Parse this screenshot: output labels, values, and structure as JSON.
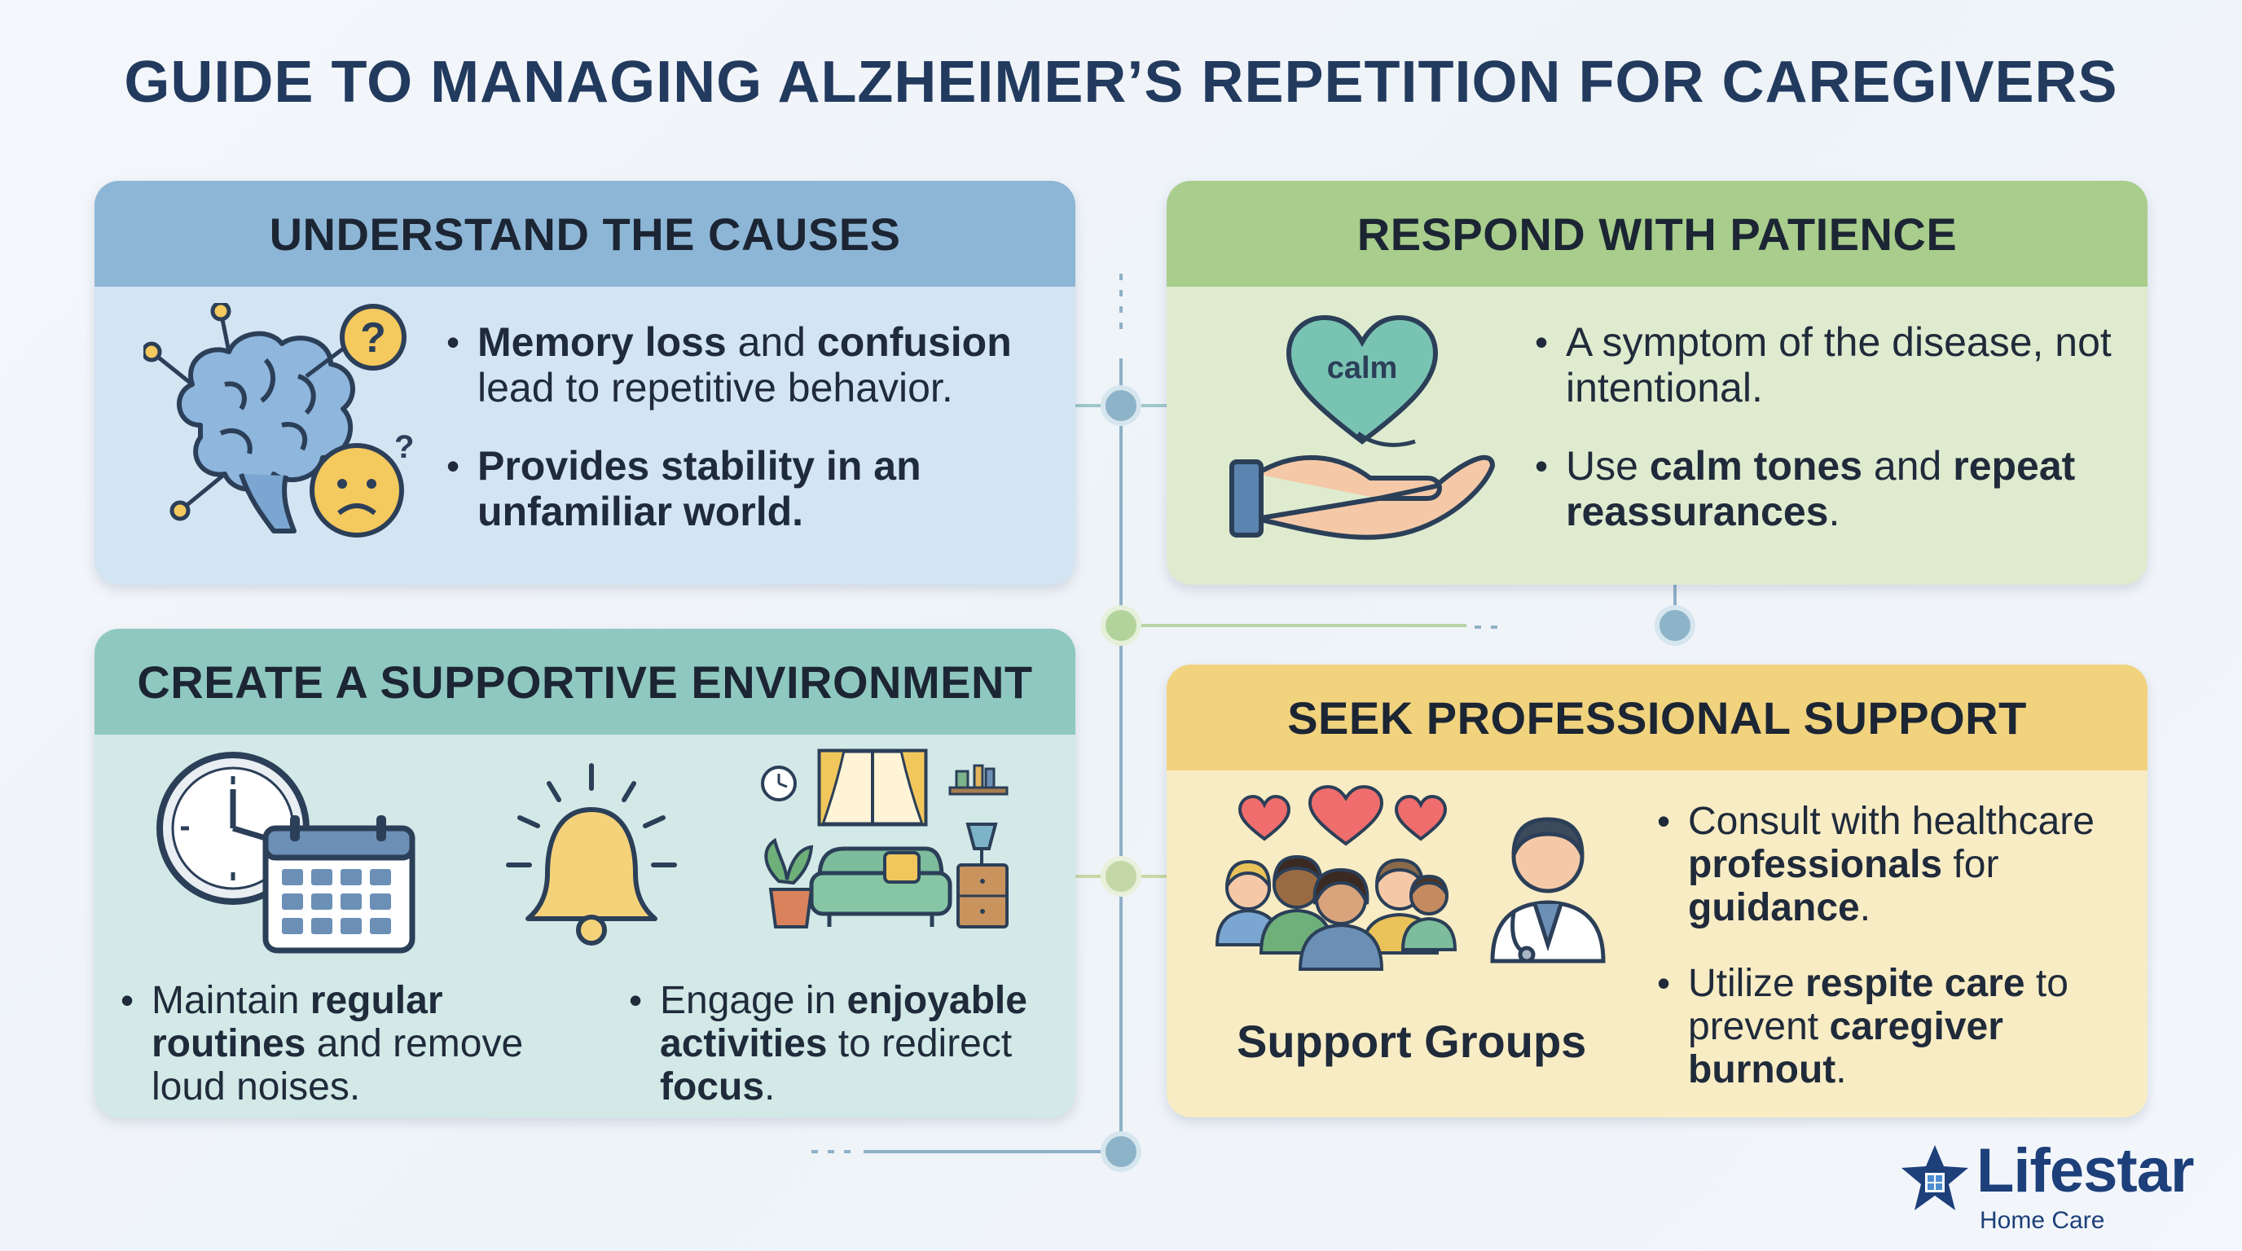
{
  "title": "GUIDE TO MANAGING ALZHEIMER’S REPETITION FOR CAREGIVERS",
  "cards": {
    "causes": {
      "heading": "UNDERSTAND THE CAUSES",
      "bullets": [
        {
          "b1": "Memory loss",
          "t1": " and ",
          "b2": "confusion",
          "t2": " lead to repetitive behavior."
        },
        {
          "b1": "Provides stability in an unfamiliar world."
        }
      ]
    },
    "patience": {
      "heading": "RESPOND WITH PATIENCE",
      "icon_text": "calm",
      "bullets": [
        {
          "t1": "A symptom of the disease, not intentional."
        },
        {
          "t1": "Use ",
          "b1": "calm tones",
          "t2": " and ",
          "b2": "repeat reassurances",
          "t3": "."
        }
      ]
    },
    "environment": {
      "heading": "CREATE A SUPPORTIVE ENVIRONMENT",
      "bullets": [
        {
          "t1": "Maintain ",
          "b1": "regular routines",
          "t2": " and remove loud noises."
        },
        {
          "t1": "Engage in ",
          "b1": "enjoyable activities",
          "t2": " to redirect ",
          "b2": "focus",
          "t3": "."
        }
      ]
    },
    "support": {
      "heading": "SEEK PROFESSIONAL SUPPORT",
      "group_label": "Support Groups",
      "bullets": [
        {
          "t1": "Consult with healthcare ",
          "b1": "professionals",
          "t2": " for ",
          "b2": "guidance",
          "t3": "."
        },
        {
          "t1": "Utilize ",
          "b1": "respite care",
          "t2": " to prevent ",
          "b2": "caregiver burnout",
          "t3": "."
        }
      ]
    }
  },
  "logo": {
    "name": "Lifestar",
    "tagline": "Home Care"
  },
  "colors": {
    "title": "#223a5e",
    "causes_head": "#8db6d6",
    "patience_head": "#a8cd8c",
    "environment_head": "#8fc8c0",
    "support_head": "#f1d37e",
    "logo_blue": "#1d3f7a"
  }
}
